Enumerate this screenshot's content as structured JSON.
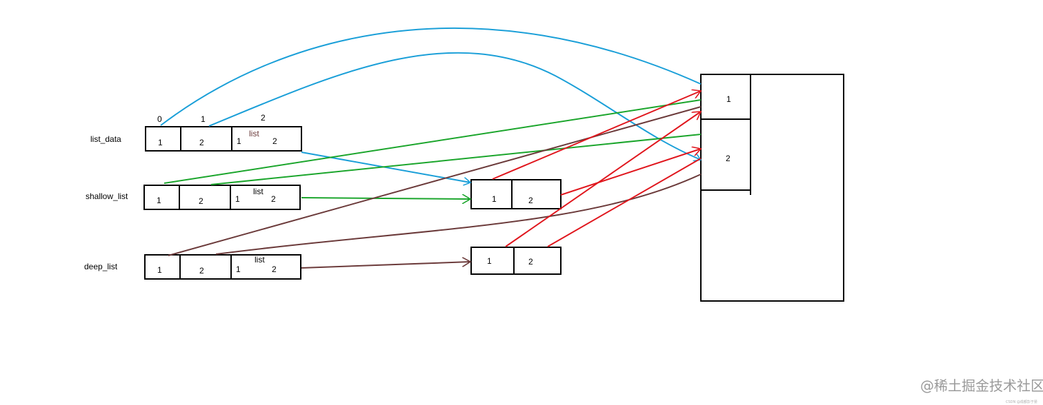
{
  "variables": {
    "list_data": "list_data",
    "shallow_list": "shallow_list",
    "deep_list": "deep_list"
  },
  "index_labels": [
    "0",
    "1",
    "2"
  ],
  "list_data_cells": [
    "1",
    "2",
    "1",
    "2"
  ],
  "list_data_sublabel": "list",
  "shallow_list_cells": [
    "1",
    "2",
    "1",
    "2"
  ],
  "shallow_list_sublabel": "list",
  "deep_list_cells": [
    "1",
    "2",
    "1",
    "2"
  ],
  "deep_list_sublabel": "list",
  "shared_inner_list": [
    "1",
    "2"
  ],
  "deep_inner_list": [
    "1",
    "2"
  ],
  "memory_values": [
    "1",
    "2"
  ],
  "colors": {
    "blue": "#1a9fd8",
    "green": "#1aa52b",
    "brown": "#6b3a3a",
    "red": "#e0161d",
    "box": "#000000"
  },
  "watermark": "@稀土掘金技术社区",
  "watermark_small": "CSDN @成都彭于晏"
}
